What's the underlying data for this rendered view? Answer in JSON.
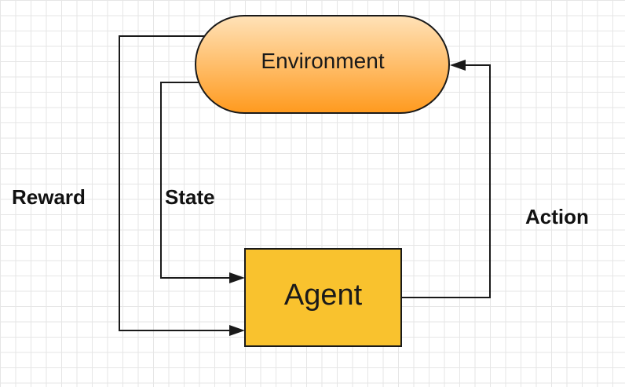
{
  "nodes": {
    "environment": "Environment",
    "agent": "Agent"
  },
  "edges": {
    "reward": "Reward",
    "state": "State",
    "action": "Action"
  },
  "colors": {
    "environment_fill_top": "#ffe2b8",
    "environment_fill_bottom": "#ff9a1e",
    "agent_fill": "#f9c22e",
    "stroke": "#1a1a1a",
    "grid": "#e6e6e6"
  }
}
